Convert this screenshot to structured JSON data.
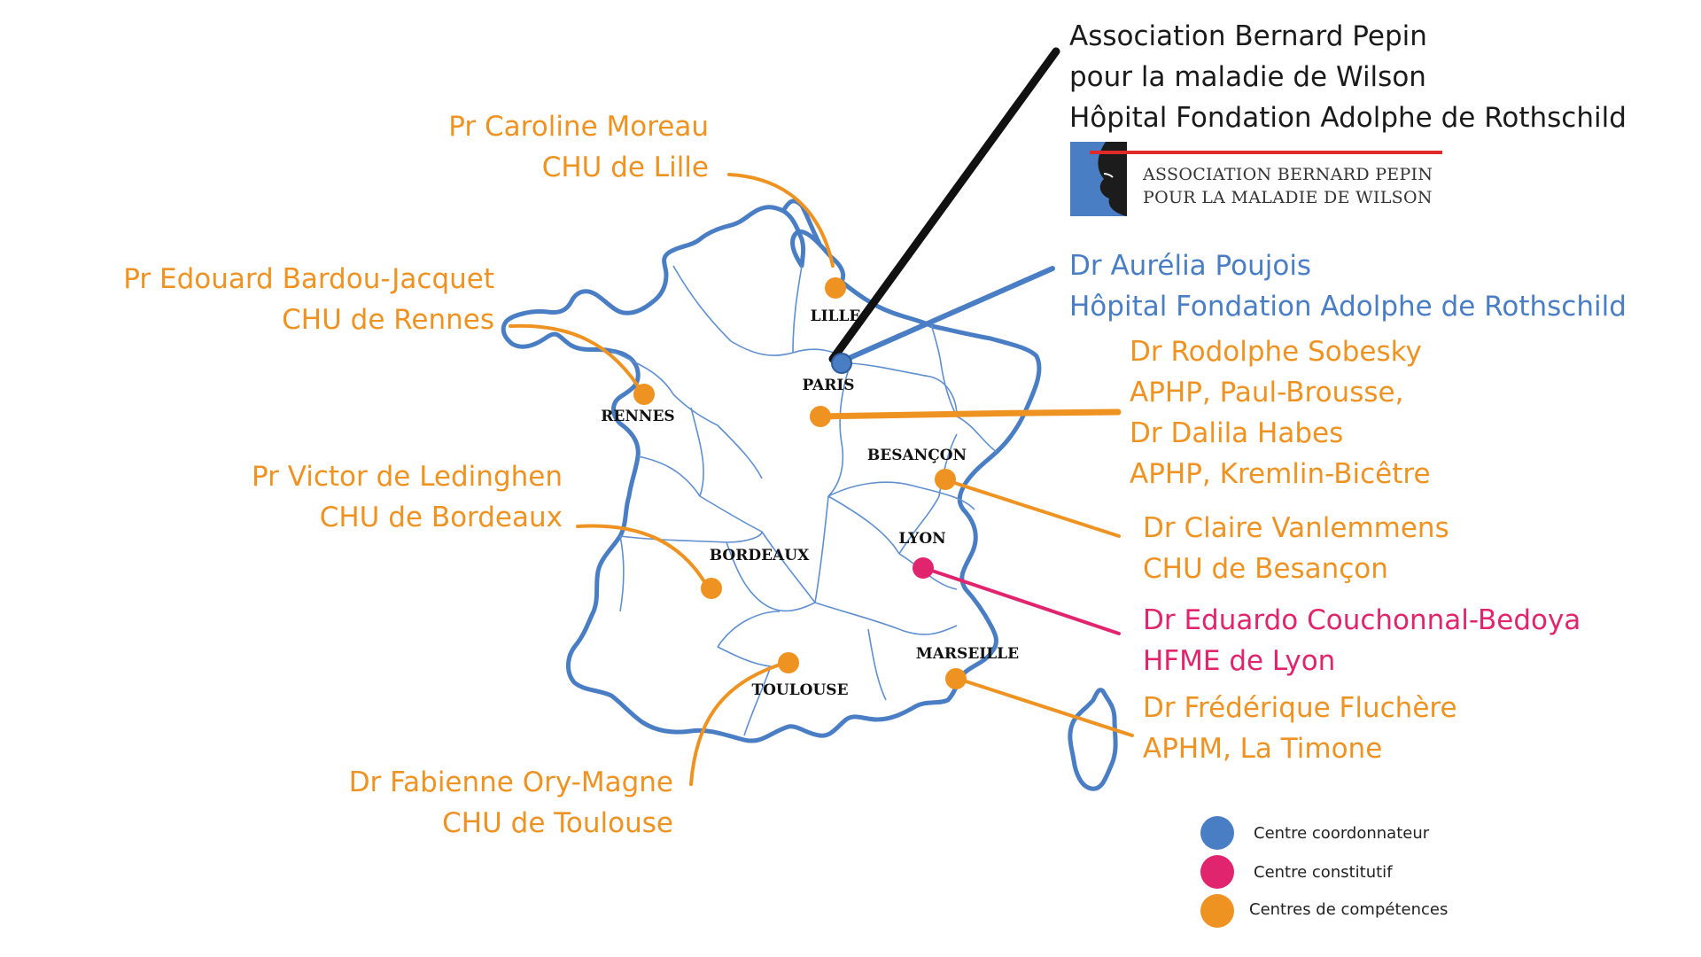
{
  "colors": {
    "coordinator": "#4a7ec4",
    "constitutive": "#e0256e",
    "competence": "#ee9322",
    "map_outline": "#4a7ec4",
    "region_lines": "#5f8fcf",
    "logo_red": "#e02a2a"
  },
  "cities": {
    "lille": "LILLE",
    "paris": "PARIS",
    "rennes": "RENNES",
    "besancon": "BESANÇON",
    "lyon": "LYON",
    "bordeaux": "BORDEAUX",
    "marseille": "MARSEILLE",
    "toulouse": "TOULOUSE"
  },
  "labels": {
    "association": {
      "line1": "Association Bernard Pepin",
      "line2": "pour la maladie de Wilson",
      "line3": "Hôpital Fondation Adolphe de Rothschild"
    },
    "logo": {
      "line1": "ASSOCIATION BERNARD PEPIN",
      "line2": "POUR LA MALADIE DE WILSON"
    },
    "lille": {
      "name": "Pr Caroline Moreau",
      "site": "CHU de Lille"
    },
    "rennes": {
      "name": "Pr Edouard Bardou-Jacquet",
      "site": "CHU de Rennes"
    },
    "bordeaux": {
      "name": "Pr Victor de Ledinghen",
      "site": "CHU de Bordeaux"
    },
    "toulouse": {
      "name": "Dr Fabienne Ory-Magne",
      "site": "CHU de Toulouse"
    },
    "paris_coord": {
      "name": "Dr Aurélia Poujois",
      "site": "Hôpital Fondation Adolphe de Rothschild"
    },
    "paris_aphp": {
      "line1": "Dr Rodolphe Sobesky",
      "line2": "APHP, Paul-Brousse,",
      "line3": "Dr Dalila Habes",
      "line4": "APHP, Kremlin-Bicêtre"
    },
    "besancon": {
      "name": "Dr Claire Vanlemmens",
      "site": "CHU de Besançon"
    },
    "lyon": {
      "name": "Dr Eduardo Couchonnal-Bedoya",
      "site": "HFME de Lyon"
    },
    "marseille": {
      "name": "Dr Frédérique Fluchère",
      "site": "APHM, La Timone"
    }
  },
  "legend": {
    "coordinator": "Centre coordonnateur",
    "constitutive": "Centre constitutif",
    "competence": "Centres de compétences"
  }
}
